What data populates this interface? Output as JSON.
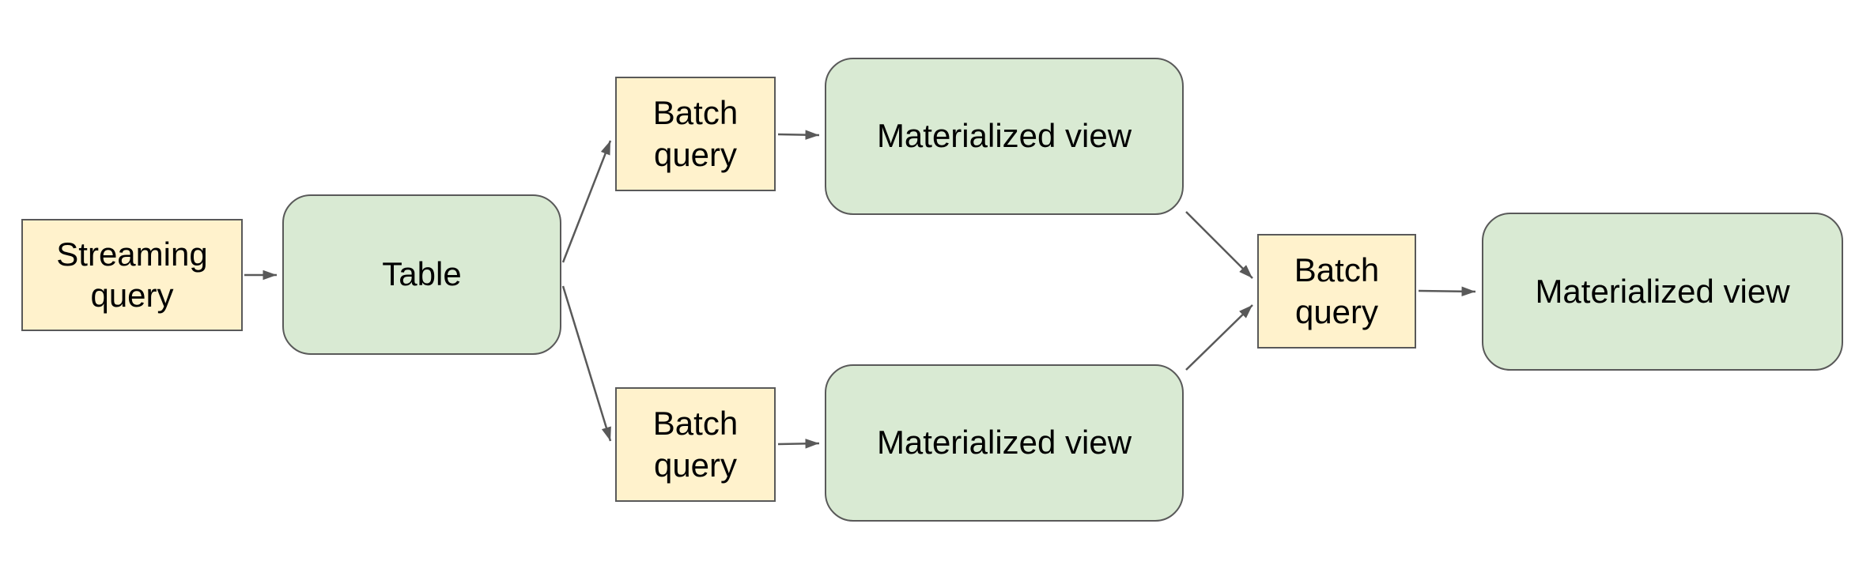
{
  "diagram": {
    "nodes": {
      "streaming_query": {
        "label": "Streaming query"
      },
      "table": {
        "label": "Table"
      },
      "batch_query_top": {
        "label": "Batch query"
      },
      "materialized_view_top": {
        "label": "Materialized view"
      },
      "batch_query_bottom": {
        "label": "Batch query"
      },
      "materialized_view_bottom": {
        "label": "Materialized view"
      },
      "batch_query_right": {
        "label": "Batch query"
      },
      "materialized_view_right": {
        "label": "Materialized view"
      }
    },
    "edges": [
      {
        "from": "streaming_query",
        "to": "table"
      },
      {
        "from": "table",
        "to": "batch_query_top"
      },
      {
        "from": "table",
        "to": "batch_query_bottom"
      },
      {
        "from": "batch_query_top",
        "to": "materialized_view_top"
      },
      {
        "from": "batch_query_bottom",
        "to": "materialized_view_bottom"
      },
      {
        "from": "materialized_view_top",
        "to": "batch_query_right"
      },
      {
        "from": "materialized_view_bottom",
        "to": "batch_query_right"
      },
      {
        "from": "batch_query_right",
        "to": "materialized_view_right"
      }
    ],
    "colors": {
      "query_fill": "#fff2cc",
      "view_fill": "#d9ead3",
      "border": "#595959",
      "arrow": "#595959",
      "text": "#000000",
      "background": "#ffffff"
    }
  }
}
